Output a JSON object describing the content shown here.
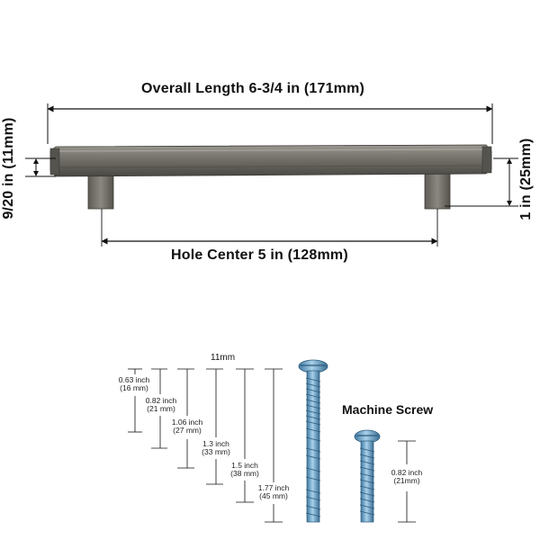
{
  "handle": {
    "overall_length_label": "Overall Length 6-3/4 in (171mm)",
    "hole_center_label": "Hole Center 5 in (128mm)",
    "bar_thickness_label": "9/20 in (11mm)",
    "projection_label": "1 in (25mm)",
    "finish_color": "#6f6d67"
  },
  "screws": {
    "top_label": "11mm",
    "machine_screw_label": "Machine Screw",
    "lengths": [
      {
        "inch": "0.63 inch",
        "mm": "(16 mm)"
      },
      {
        "inch": "0.82 inch",
        "mm": "(21 mm)"
      },
      {
        "inch": "1.06 inch",
        "mm": "(27 mm)"
      },
      {
        "inch": "1.3 inch",
        "mm": "(33 mm)"
      },
      {
        "inch": "1.5 inch",
        "mm": "(38 mm)"
      },
      {
        "inch": "1.77 inch",
        "mm": "(45 mm)"
      }
    ],
    "machine_screw_length": {
      "inch": "0.82 inch",
      "mm": "(21mm)"
    },
    "screw_color": "#6fa6c9"
  }
}
